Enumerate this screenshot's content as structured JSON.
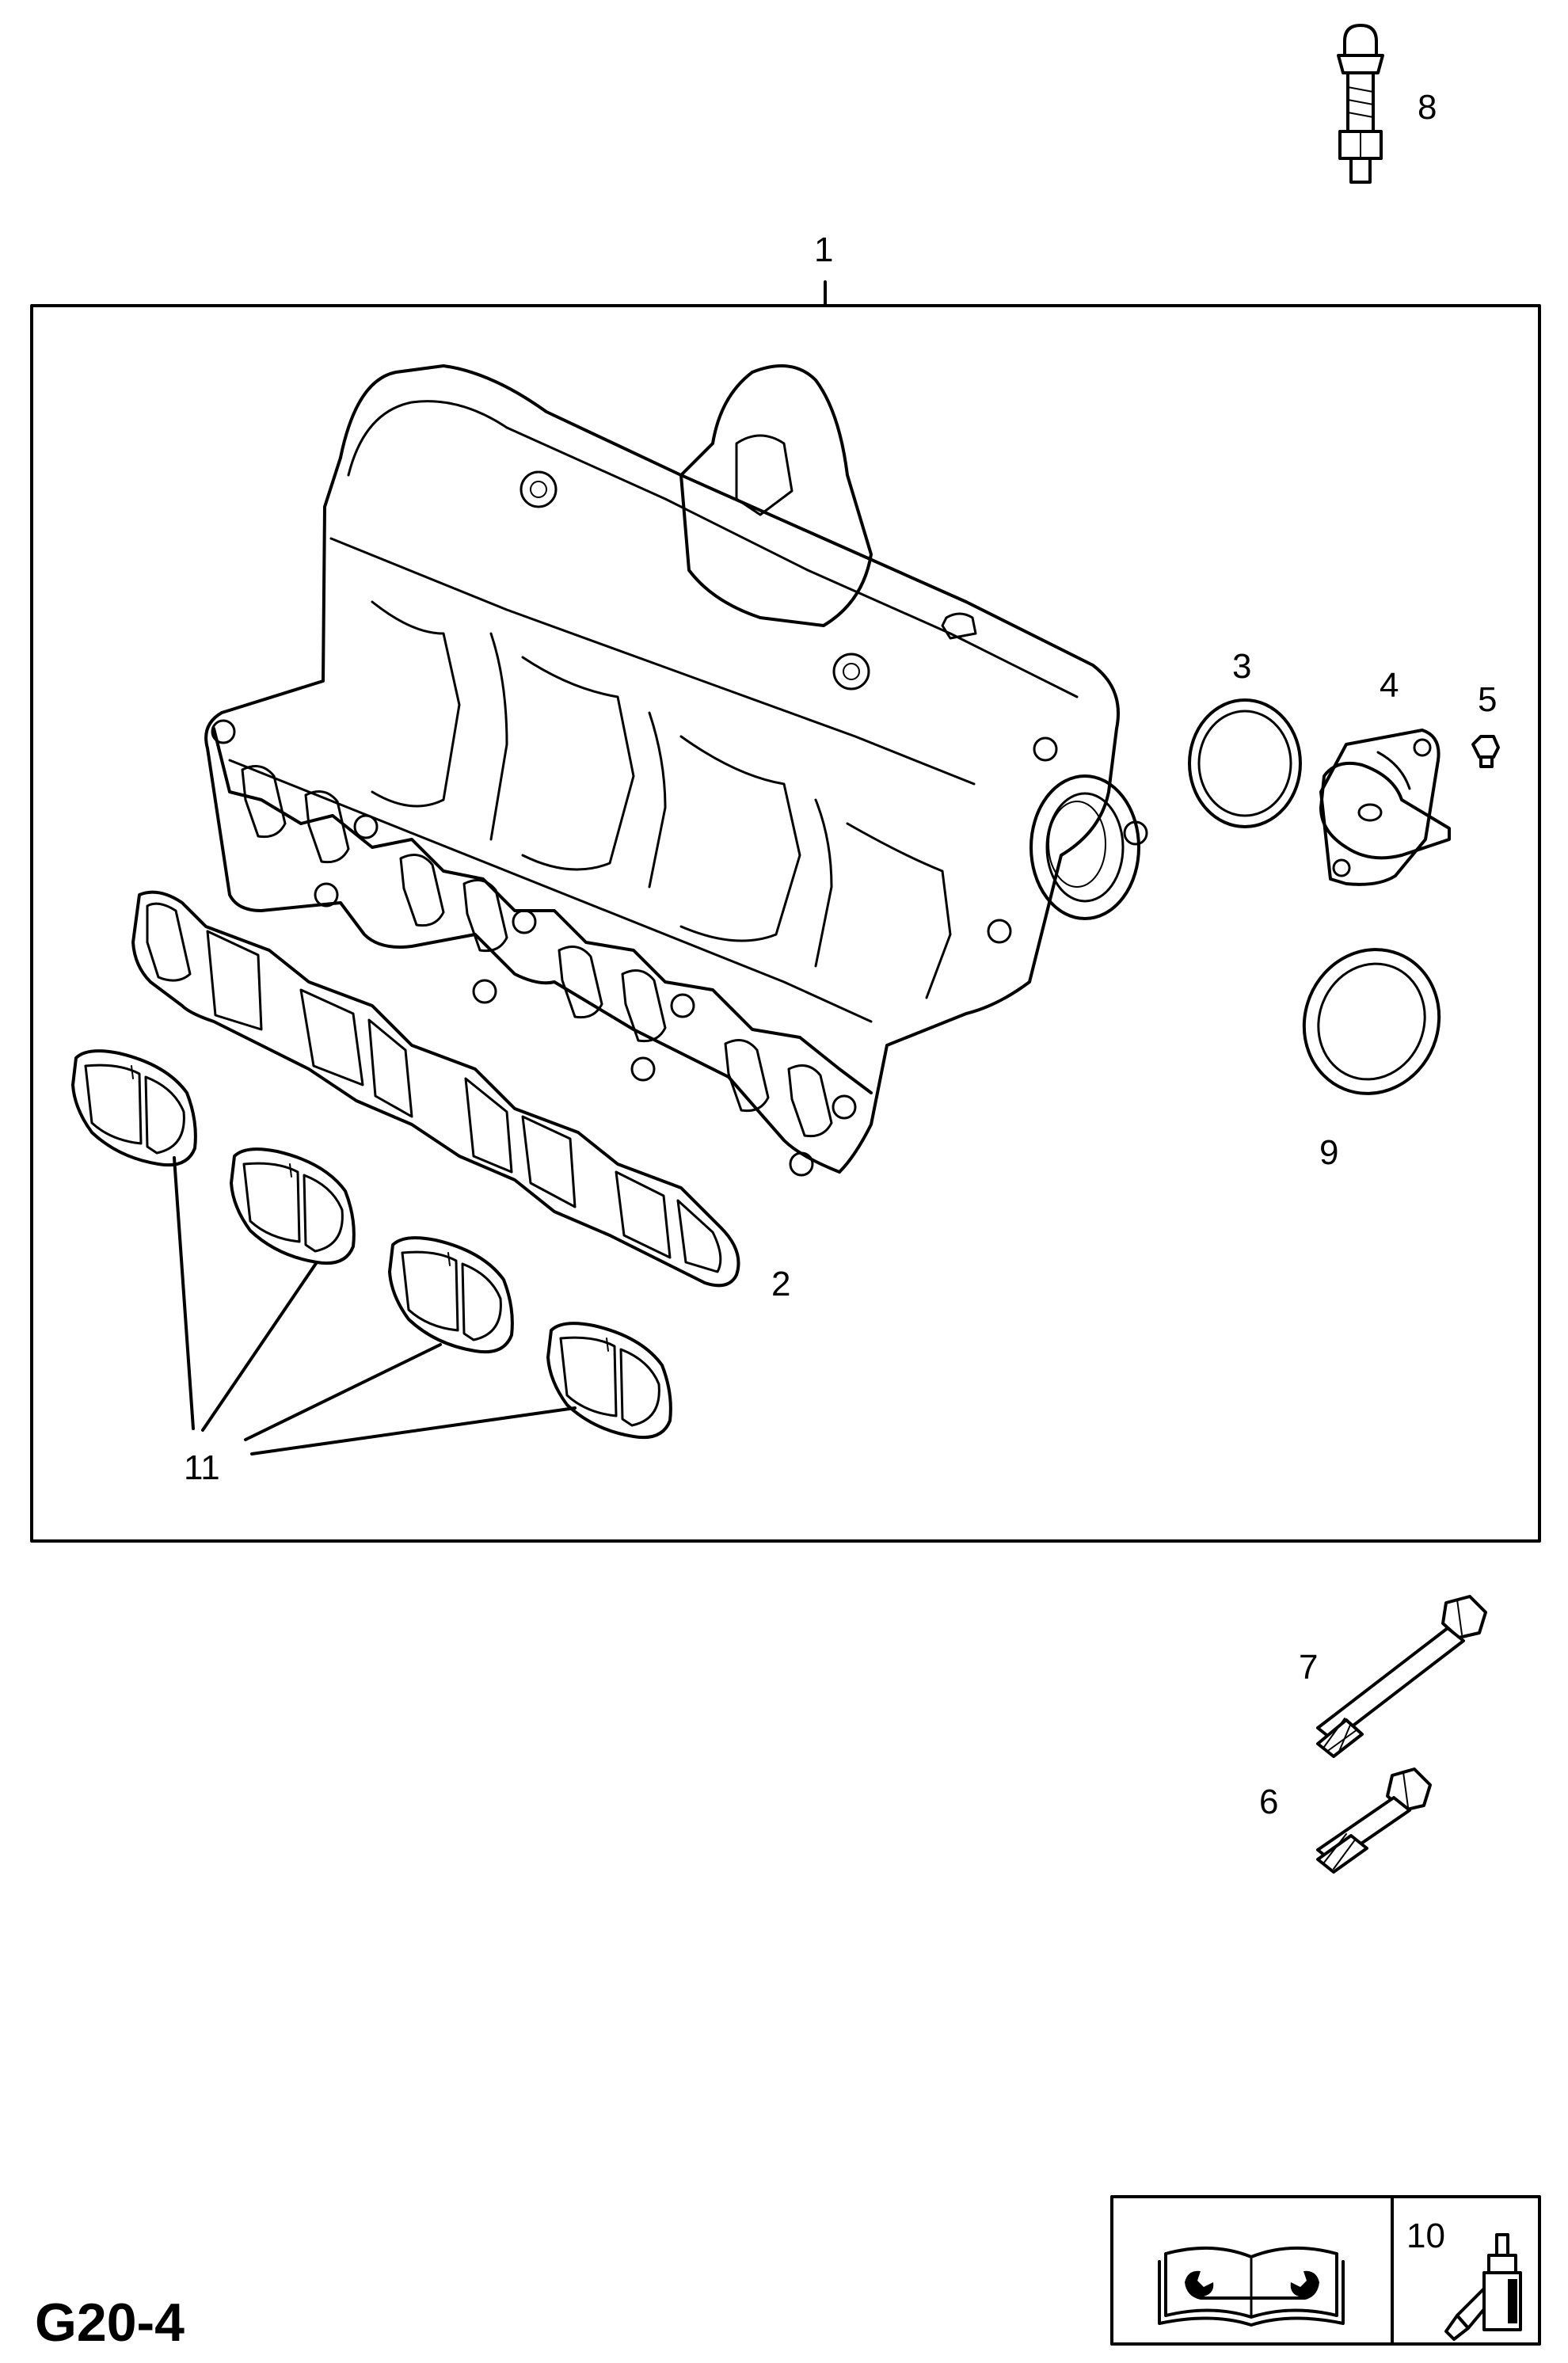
{
  "page_id": "G20-4",
  "callouts": {
    "c1": "1",
    "c2": "2",
    "c3": "3",
    "c4": "4",
    "c5": "5",
    "c6": "6",
    "c7": "7",
    "c8": "8",
    "c9": "9",
    "c10": "10",
    "c11": "11"
  },
  "icons": {
    "manual": "repair-manual-wrench-icon",
    "sealant": "sealant-tube-icon"
  }
}
